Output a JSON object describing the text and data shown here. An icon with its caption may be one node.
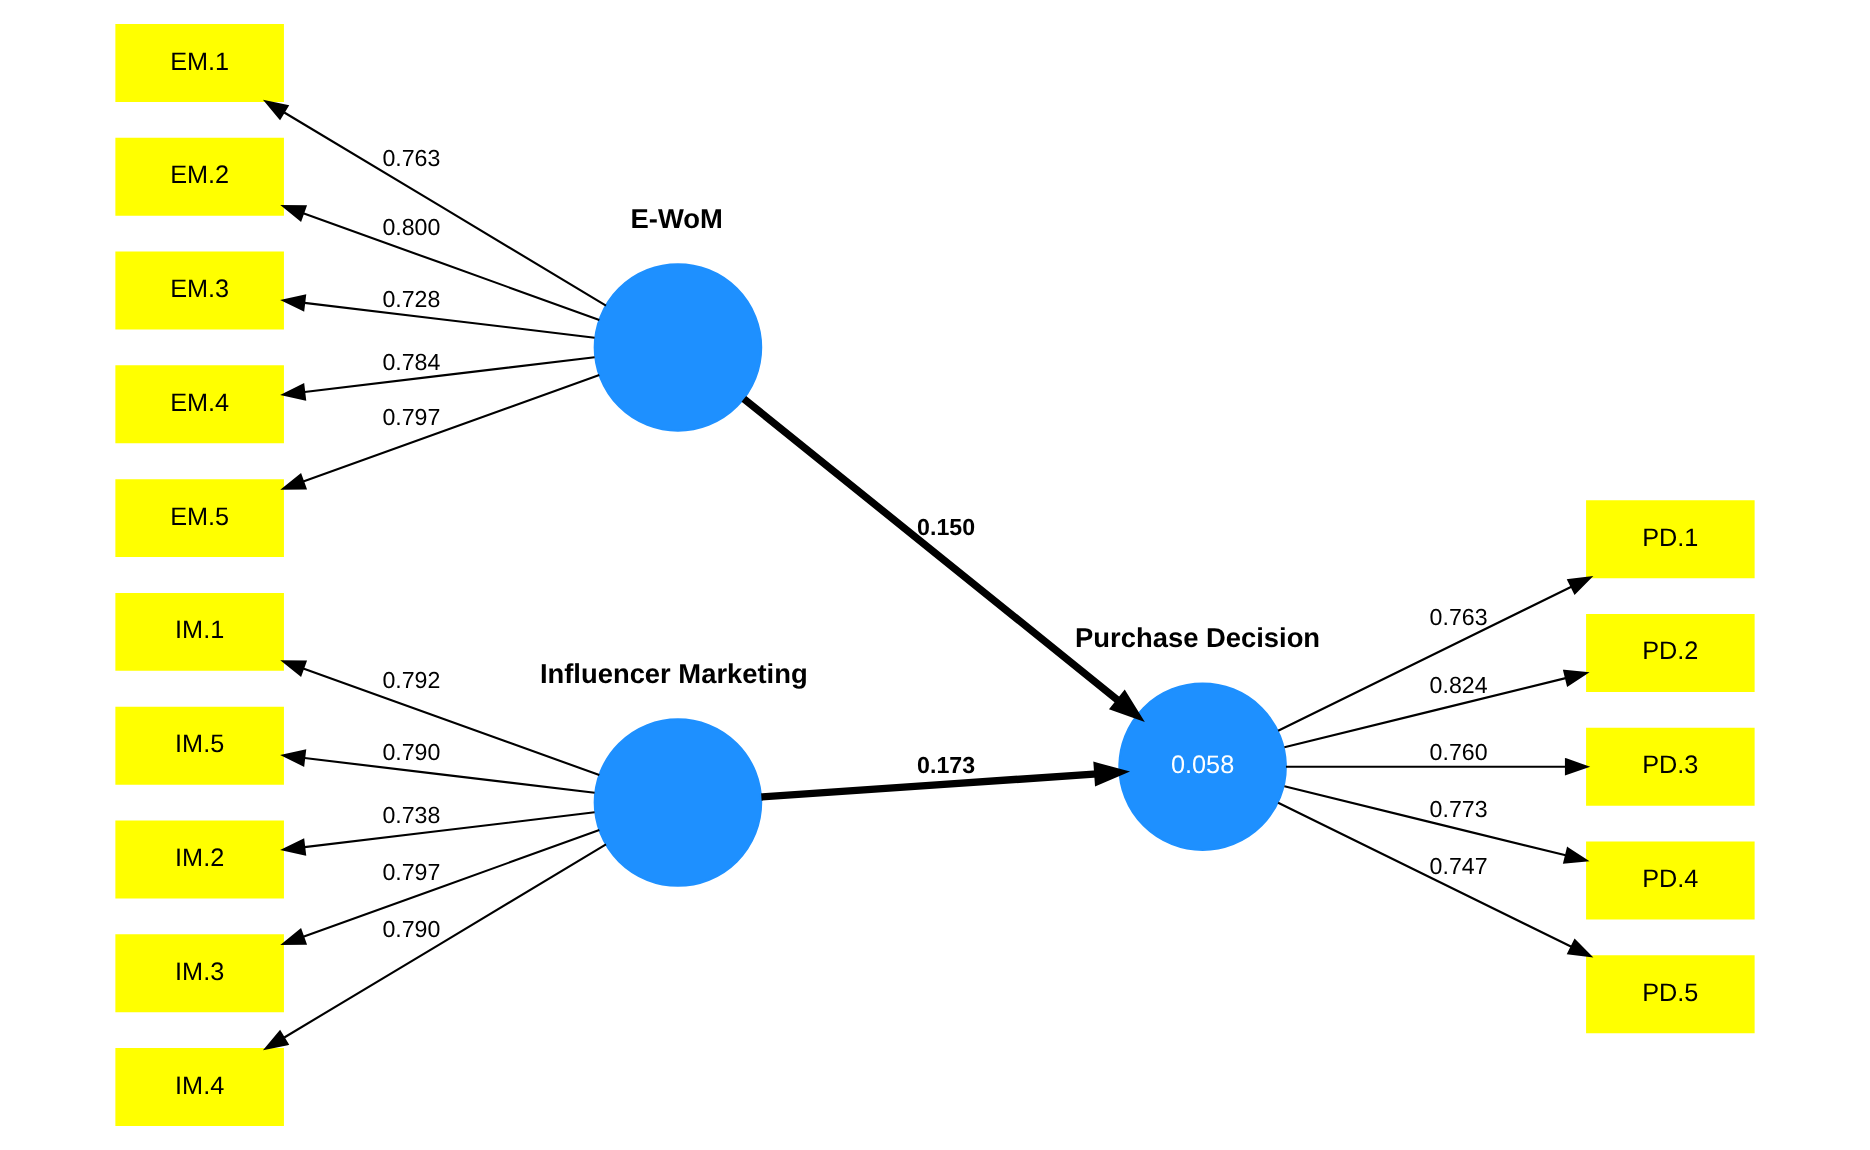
{
  "diagram": {
    "nodes": [
      {
        "text": [
          "IM.1"
        ]
      },
      {
        "text": [
          "IM.2"
        ]
      },
      {
        "text": [
          "IM.3"
        ]
      },
      {
        "text": [
          "IM.4"
        ]
      },
      {
        "text": [
          "IM.5"
        ]
      },
      {
        "text": [
          "Influencer Marketing"
        ]
      },
      {
        "text": [
          "Purchase Decision",
          "0.058"
        ]
      },
      {
        "text": [
          "PD.1"
        ]
      },
      {
        "text": [
          "PD.2"
        ]
      },
      {
        "text": [
          "PD.3"
        ]
      },
      {
        "text": [
          "PD.4"
        ]
      },
      {
        "text": [
          "PD.5"
        ]
      },
      {
        "text": [
          "EM.1"
        ]
      },
      {
        "text": [
          "EM.2"
        ]
      },
      {
        "text": [
          "EM.3"
        ]
      },
      {
        "text": [
          "EM.4"
        ]
      },
      {
        "text": [
          "EM.5"
        ]
      },
      {
        "text": [
          "E-WoM"
        ]
      }
    ],
    "edges": [
      {
        "from": 5,
        "to": 0,
        "arrow": "to",
        "label": "0.792"
      },
      {
        "from": 5,
        "to": 1,
        "arrow": "to",
        "label": "0.738"
      },
      {
        "from": 5,
        "to": 2,
        "arrow": "to",
        "label": "0.797"
      },
      {
        "from": 5,
        "to": 3,
        "arrow": "to",
        "label": "0.790"
      },
      {
        "from": 5,
        "to": 4,
        "arrow": "to",
        "label": "0.790"
      },
      {
        "from": 5,
        "to": 6,
        "arrow": "to",
        "label": "0.173",
        "style": "thick"
      },
      {
        "from": 6,
        "to": 7,
        "arrow": "to",
        "label": "0.763"
      },
      {
        "from": 6,
        "to": 8,
        "arrow": "to",
        "label": "0.824"
      },
      {
        "from": 6,
        "to": 9,
        "arrow": "to",
        "label": "0.760"
      },
      {
        "from": 6,
        "to": 10,
        "arrow": "to",
        "label": "0.773"
      },
      {
        "from": 6,
        "to": 11,
        "arrow": "to",
        "label": "0.747"
      },
      {
        "from": 17,
        "to": 12,
        "arrow": "to",
        "label": "0.763"
      },
      {
        "from": 17,
        "to": 13,
        "arrow": "to",
        "label": "0.800"
      },
      {
        "from": 17,
        "to": 14,
        "arrow": "to",
        "label": "0.728"
      },
      {
        "from": 17,
        "to": 15,
        "arrow": "to",
        "label": "0.784"
      },
      {
        "from": 17,
        "to": 16,
        "arrow": "to",
        "label": "0.797"
      },
      {
        "from": 17,
        "to": 6,
        "arrow": "to",
        "label": "0.150",
        "style": "thick"
      }
    ]
  }
}
